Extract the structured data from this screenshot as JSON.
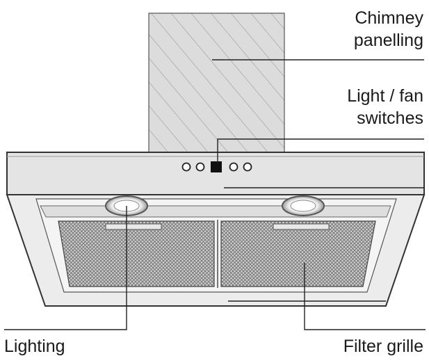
{
  "labels": {
    "chimney": [
      "Chimney",
      "panelling"
    ],
    "switches": [
      "Light / fan",
      "switches"
    ],
    "lighting": "Lighting",
    "filter": "Filter grille"
  },
  "colors": {
    "outline": "#333333",
    "chimney_fill": "#d8d8d8",
    "hood_fill": "#e6e6e6",
    "mesh": "#8a8a8a",
    "leader": "#222222"
  },
  "switch_panel": {
    "buttons": [
      "circle",
      "circle",
      "square",
      "circle",
      "circle"
    ]
  }
}
